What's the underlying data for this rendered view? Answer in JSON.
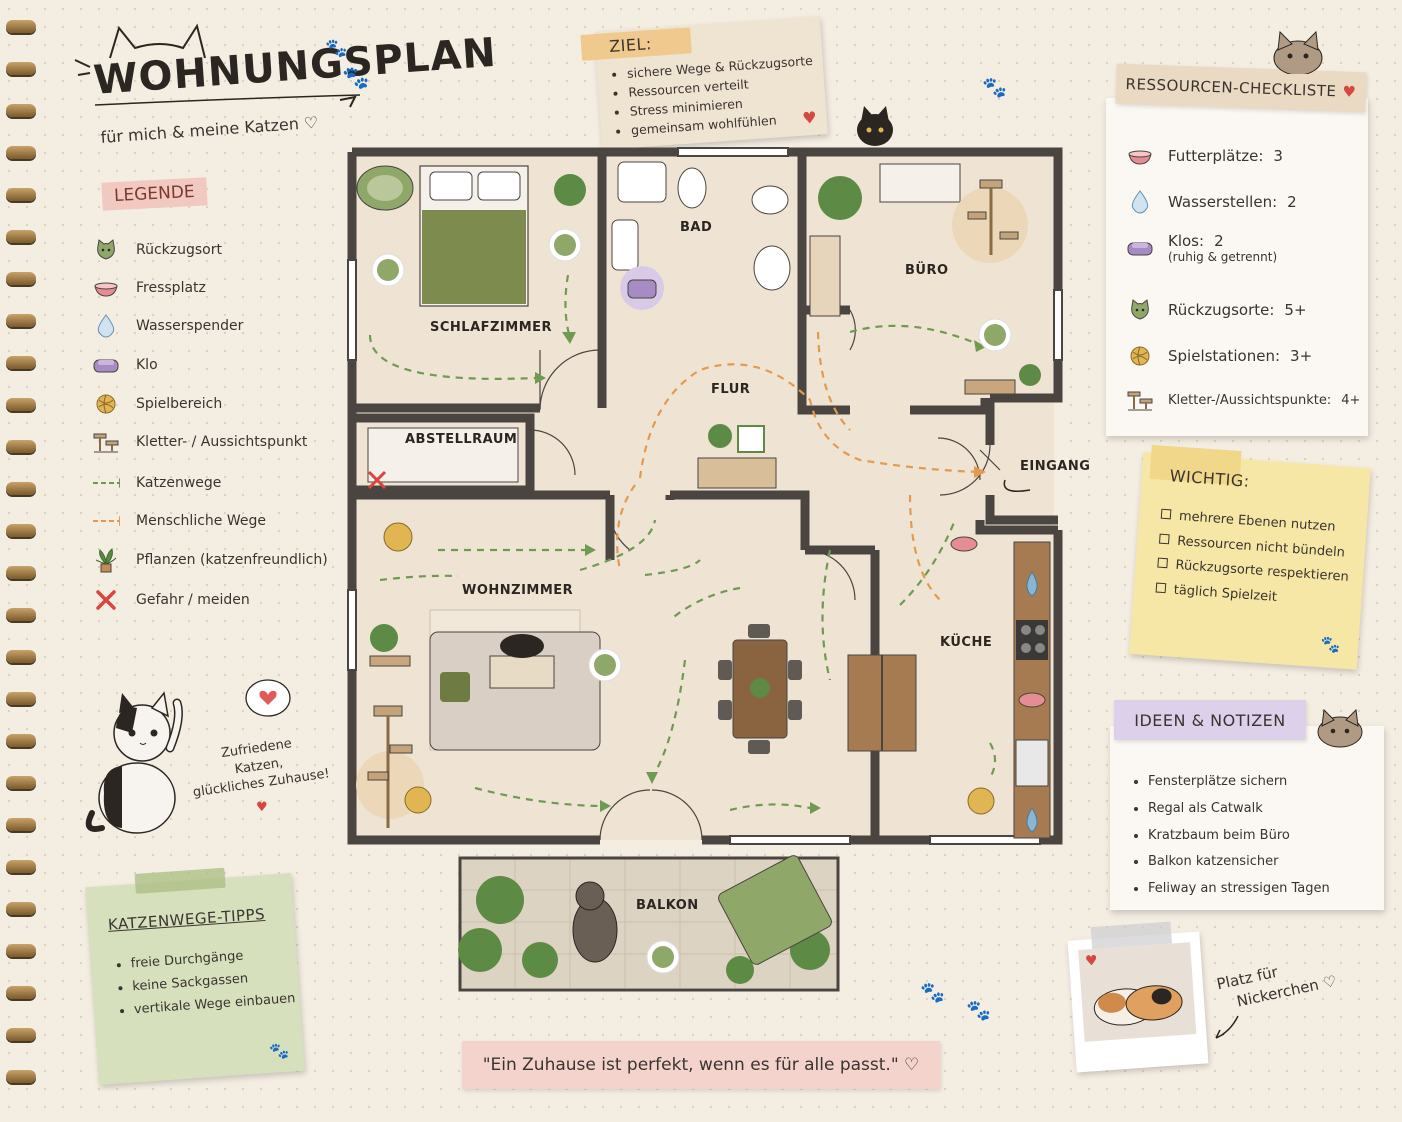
{
  "header": {
    "title": "WOHNUNGSPLAN",
    "subtitle": "für mich & meine Katzen ♡"
  },
  "legend": {
    "heading": "LEGENDE",
    "items": [
      {
        "label": "Rückzugsort",
        "icon": "cat-face-icon",
        "color": "#8fa86a"
      },
      {
        "label": "Fressplatz",
        "icon": "food-bowl-icon",
        "color": "#e58d92"
      },
      {
        "label": "Wasserspender",
        "icon": "water-drop-icon",
        "color": "#8ab6d6"
      },
      {
        "label": "Klo",
        "icon": "litter-box-icon",
        "color": "#a68bc4"
      },
      {
        "label": "Spielbereich",
        "icon": "yarn-ball-icon",
        "color": "#e0b552"
      },
      {
        "label": "Kletter- / Aussichtspunkt",
        "icon": "cat-tree-icon",
        "color": "#c4a27a"
      },
      {
        "label": "Katzenwege",
        "icon": "green-path-arrow-icon",
        "color": "#6f9a52"
      },
      {
        "label": "Menschliche Wege",
        "icon": "orange-path-arrow-icon",
        "color": "#e39a4e"
      },
      {
        "label": "Pflanzen (katzenfreundlich)",
        "icon": "plant-icon",
        "color": "#5d8a45"
      },
      {
        "label": "Gefahr / meiden",
        "icon": "danger-x-icon",
        "color": "#d6473f"
      }
    ]
  },
  "ziel": {
    "heading": "ZIEL:",
    "items": [
      "sichere Wege & Rückzugsorte",
      "Ressourcen verteilt",
      "Stress minimieren",
      "gemeinsam wohlfühlen"
    ]
  },
  "rooms": {
    "schlafzimmer": "SCHLAFZIMMER",
    "bad": "BAD",
    "buero": "BÜRO",
    "flur": "FLUR",
    "abstellraum": "ABSTELLRAUM",
    "eingang": "EINGANG",
    "wohnzimmer": "WOHNZIMMER",
    "kueche": "KÜCHE",
    "balkon": "BALKON"
  },
  "checklist": {
    "heading": "RESSOURCEN-CHECKLISTE",
    "items": [
      {
        "label": "Futterplätze:",
        "value": "3",
        "icon": "food-bowl-icon"
      },
      {
        "label": "Wasserstellen:",
        "value": "2",
        "icon": "water-drop-icon"
      },
      {
        "label": "Klos:",
        "value": "2",
        "note": "(ruhig & getrennt)",
        "icon": "litter-box-icon"
      },
      {
        "label": "Rückzugsorte:",
        "value": "5+",
        "icon": "cat-face-icon"
      },
      {
        "label": "Spielstationen:",
        "value": "3+",
        "icon": "yarn-ball-icon"
      },
      {
        "label": "Kletter-/Aussichtspunkte:",
        "value": "4+",
        "icon": "cat-tree-icon"
      }
    ]
  },
  "wichtig": {
    "heading": "WICHTIG:",
    "items": [
      "mehrere Ebenen nutzen",
      "Ressourcen nicht bündeln",
      "Rückzugsorte respektieren",
      "täglich Spielzeit"
    ]
  },
  "ideen": {
    "heading": "IDEEN & NOTIZEN",
    "items": [
      "Fensterplätze sichern",
      "Regal als Catwalk",
      "Kratzbaum beim Büro",
      "Balkon katzensicher",
      "Feliway an stressigen Tagen"
    ]
  },
  "tipps": {
    "heading": "KATZENWEGE-TIPPS",
    "items": [
      "freie Durchgänge",
      "keine Sackgassen",
      "vertikale Wege einbauen"
    ]
  },
  "cat_speech": {
    "line1": "Zufriedene",
    "line2": "Katzen,",
    "line3": "glückliches Zuhause!"
  },
  "polaroid_caption": {
    "line1": "Platz für",
    "line2": "Nickerchen ♡"
  },
  "quote": "\"Ein Zuhause ist perfekt, wenn es für alle passt.\" ♡",
  "colors": {
    "wall": "#4a4540",
    "floor": "#efe4d3",
    "cat_path": "#6f9a52",
    "human_path": "#e39a4e",
    "note_pink": "#f3d3cc",
    "note_yellow": "#f6e7a6",
    "note_green": "#d6e0bd",
    "note_purple": "#ddd0ea"
  }
}
